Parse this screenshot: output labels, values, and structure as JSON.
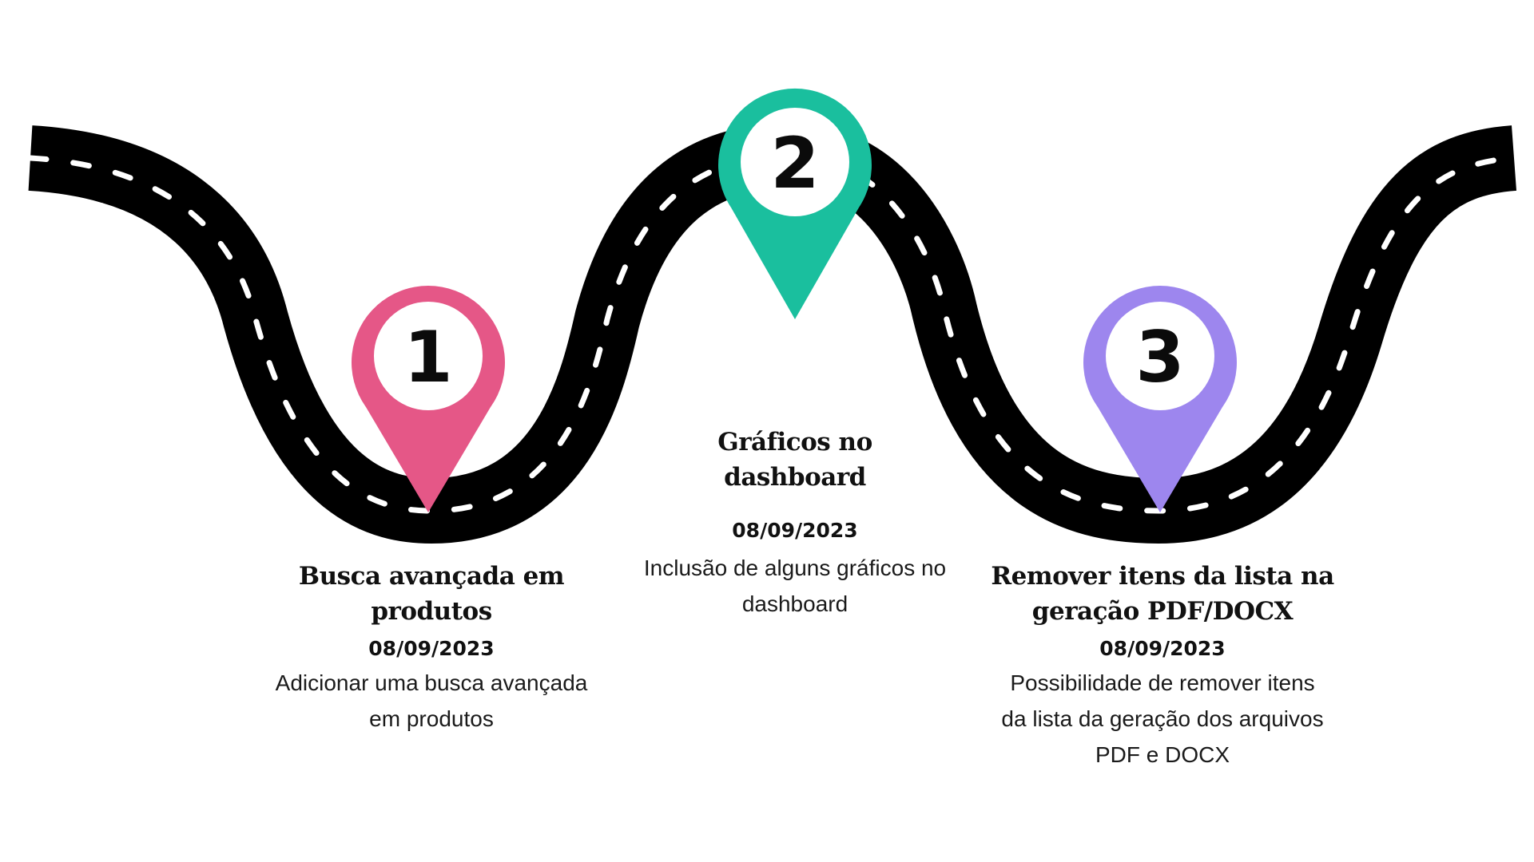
{
  "colors": {
    "road": "#000000",
    "road_dash": "#ffffff",
    "pin_1": "#e55787",
    "pin_2": "#1abf9e",
    "pin_3": "#9d86ee",
    "text": "#111111"
  },
  "steps": [
    {
      "number": "1",
      "title_line1": "Busca avançada em",
      "title_line2": "produtos",
      "date": "08/09/2023",
      "desc_line1": "Adicionar uma busca avançada",
      "desc_line2": "em produtos"
    },
    {
      "number": "2",
      "title_line1": "Gráficos no",
      "title_line2": "dashboard",
      "date": "08/09/2023",
      "desc_line1": "Inclusão de alguns gráficos no",
      "desc_line2": "dashboard"
    },
    {
      "number": "3",
      "title_line1": "Remover itens da lista na",
      "title_line2": "geração PDF/DOCX",
      "date": "08/09/2023",
      "desc_line1": "Possibilidade de remover itens",
      "desc_line2": "da lista da geração dos arquivos",
      "desc_line3": "PDF e DOCX"
    }
  ]
}
